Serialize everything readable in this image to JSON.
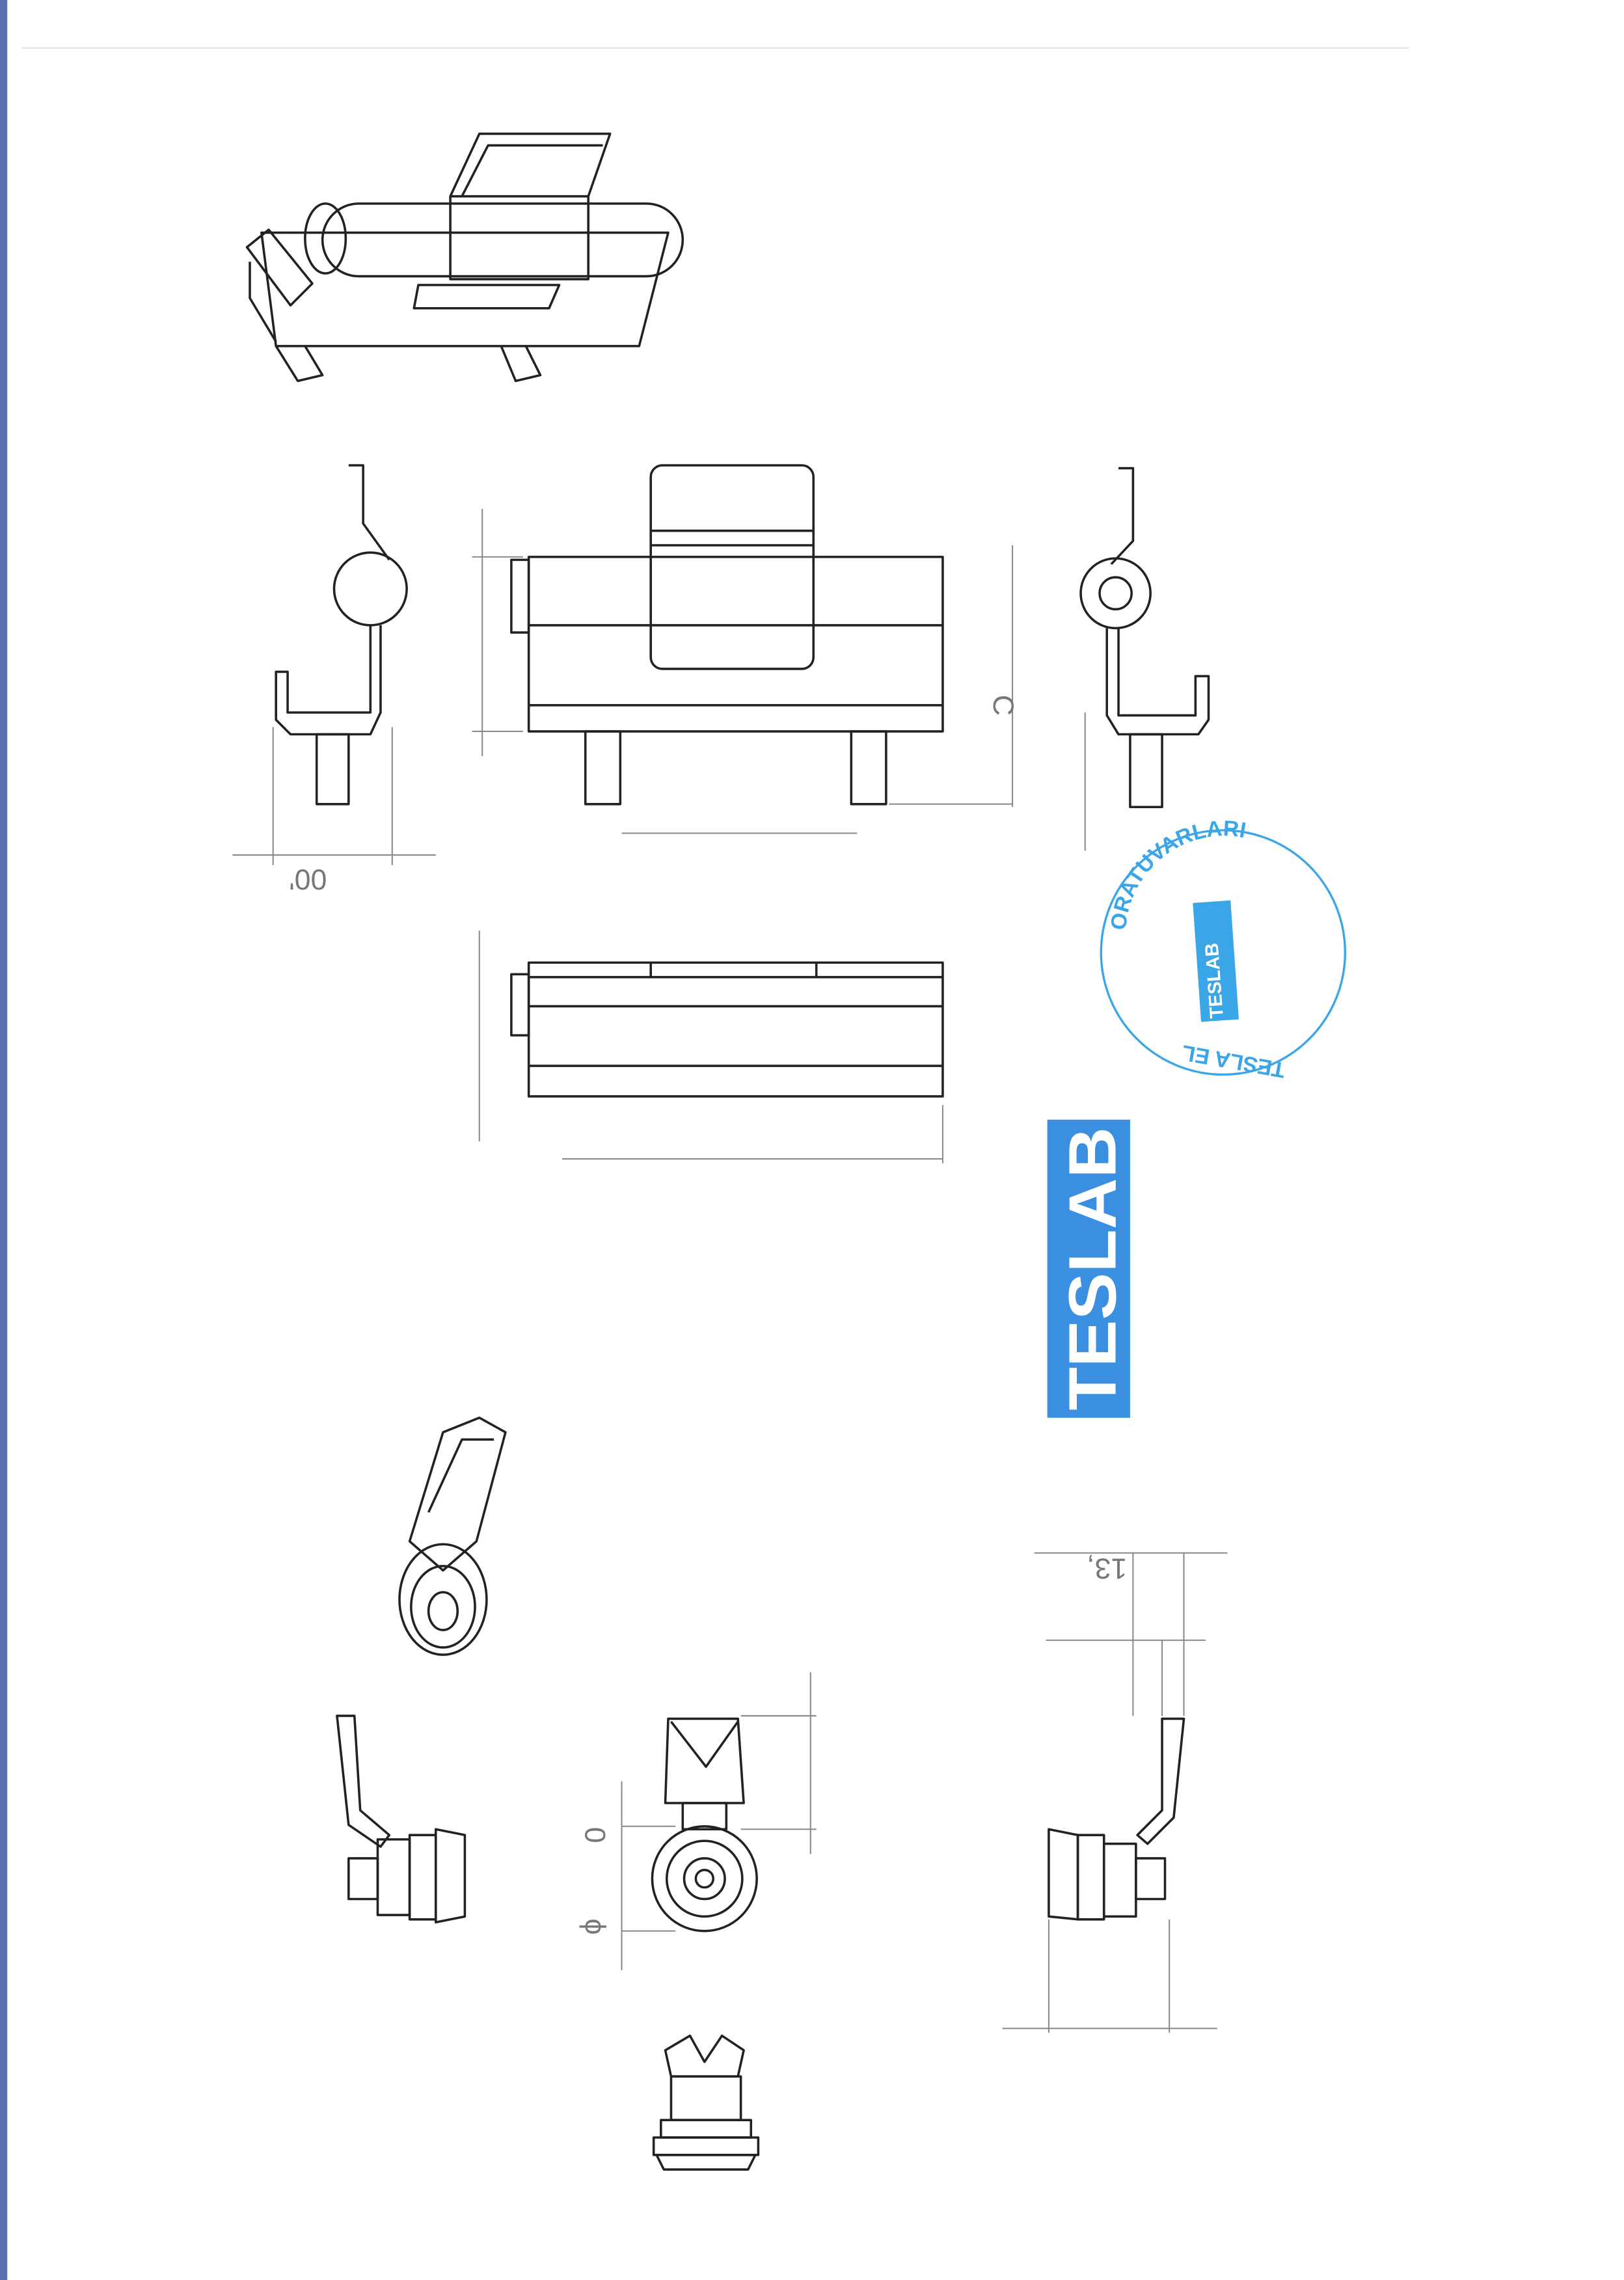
{
  "drawing": {
    "dimension_labels": {
      "side_width": "00'",
      "height_c": "C",
      "lock_offset": "13,",
      "lock_zero": "0",
      "lock_diameter": "ϕ"
    }
  },
  "stamp": {
    "top_text": "ORATUVARLARI",
    "bottom_text": "TESLA EL",
    "inner_logo": "TESLAB"
  },
  "logo": {
    "text": "TESLAB",
    "color": "#3b8fe0"
  },
  "colors": {
    "line": "#222222",
    "dimension": "#888888",
    "stamp": "#3aa6e8",
    "margin_strip": "#5a6fb0"
  }
}
